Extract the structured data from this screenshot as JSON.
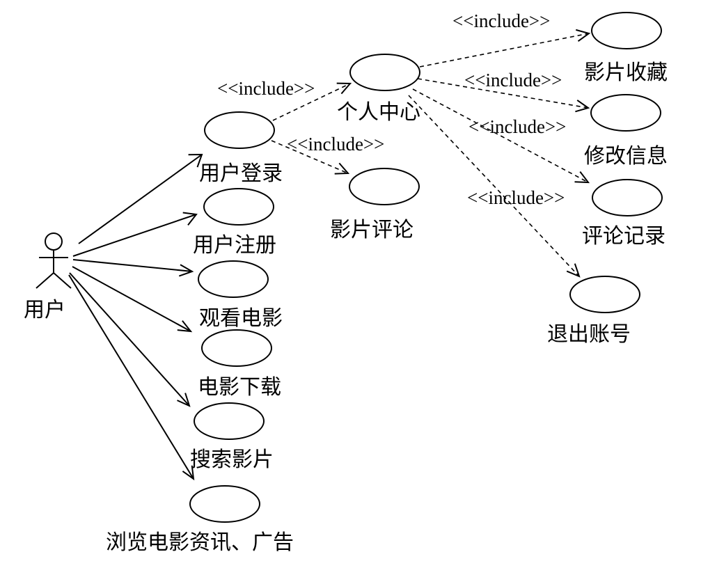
{
  "actor": {
    "name": "用户"
  },
  "use_cases": {
    "login": "用户登录",
    "register": "用户注册",
    "watch": "观看电影",
    "download": "电影下载",
    "search": "搜索影片",
    "browse": "浏览电影资讯、广告",
    "personal_center": "个人中心",
    "review": "影片评论",
    "favorites": "影片收藏",
    "edit_info": "修改信息",
    "comment_history": "评论记录",
    "logout": "退出账号"
  },
  "stereotype": "<<include>>"
}
